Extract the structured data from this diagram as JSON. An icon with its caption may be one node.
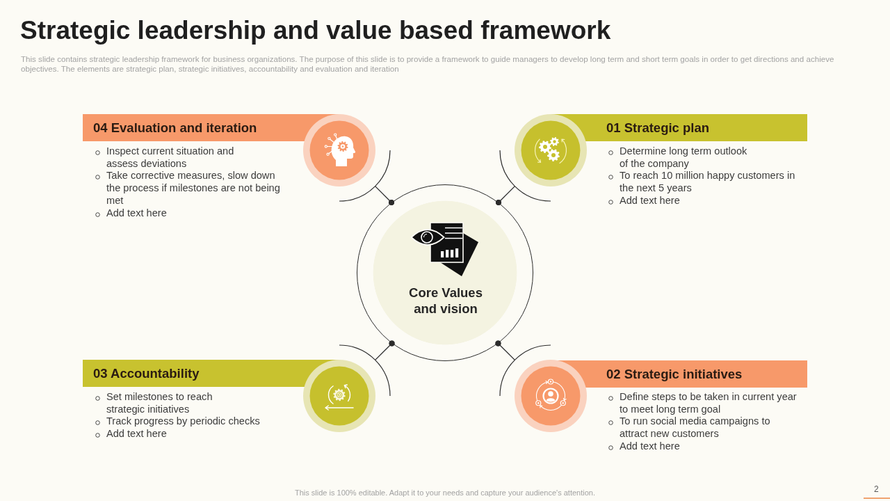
{
  "diagram": {
    "title": "Strategic leadership and value based framework",
    "nodes": [
      {
        "text": [
          "04 Evaluation and iteration"
        ],
        "beside": [
          "Inspect current situation and assess deviations",
          "Take corrective measures, slow down the process if milestones are not being met",
          "Add text here"
        ]
      },
      {
        "text": [],
        "shape": "circle"
      },
      {
        "text": [
          "01 Strategic plan"
        ],
        "beside": [
          "Determine long term outlook of the company",
          "To reach 10 million happy customers in the next 5 years",
          "Add text here"
        ]
      },
      {
        "text": [],
        "shape": "circle"
      },
      {
        "text": [
          "Core Values and vision"
        ]
      },
      {
        "text": [
          "03 Accountability"
        ],
        "beside": [
          "Set milestones to reach strategic initiatives",
          "Track progress by periodic checks",
          "Add text here"
        ]
      },
      {
        "text": [],
        "shape": "circle"
      },
      {
        "text": [
          "02 Strategic initiatives"
        ],
        "beside": [
          "Define steps to be taken in current year to meet long term goal",
          "To run social media campaigns to attract new customers",
          "Add text here"
        ]
      },
      {
        "text": [],
        "shape": "circle"
      }
    ],
    "edges": [
      {
        "from": 4,
        "to": 1,
        "arrow": "other"
      },
      {
        "from": 4,
        "to": 3,
        "arrow": "other"
      },
      {
        "from": 4,
        "to": 6,
        "arrow": "other"
      },
      {
        "from": 4,
        "to": 8,
        "arrow": "other"
      }
    ],
    "labels": [
      "This slide contains strategic leadership framework for business organizations. The purpose of this slide is to provide a framework to guide managers to develop long term and short term goals in order to get directions and achieve objectives. The elements are strategic plan, strategic initiatives, accountability and evaluation and iteration",
      "This slide is 100% editable. Adapt it to your needs and capture your audience's attention.",
      "2"
    ]
  }
}
